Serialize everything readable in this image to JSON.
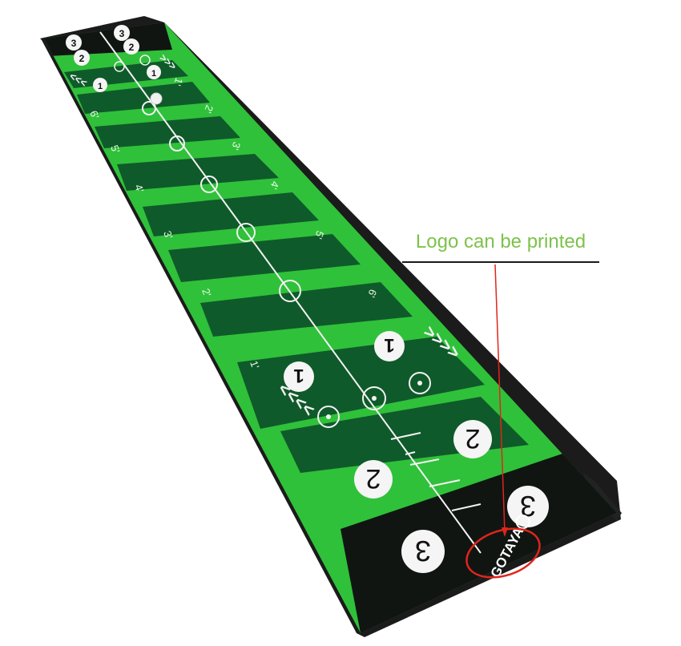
{
  "callout": {
    "text": "Logo can be printed"
  },
  "logo": {
    "text": "GOTAYA"
  },
  "mat": {
    "target_numbers": [
      "3",
      "3",
      "2",
      "2",
      "1",
      "1",
      "1",
      "1",
      "2",
      "2",
      "3",
      "3"
    ],
    "distance_marks_left": [
      "6'",
      "5'",
      "4'",
      "3'",
      "2'",
      "1'"
    ],
    "distance_marks_right": [
      "1'",
      "2'",
      "3'",
      "4'",
      "5'",
      "6'"
    ]
  },
  "colors": {
    "light_green": "#2fc13a",
    "dark_green": "#0f5a2a",
    "black_zone": "#101512",
    "callout_text": "#7dc24a",
    "highlight_red": "#e0251b"
  }
}
